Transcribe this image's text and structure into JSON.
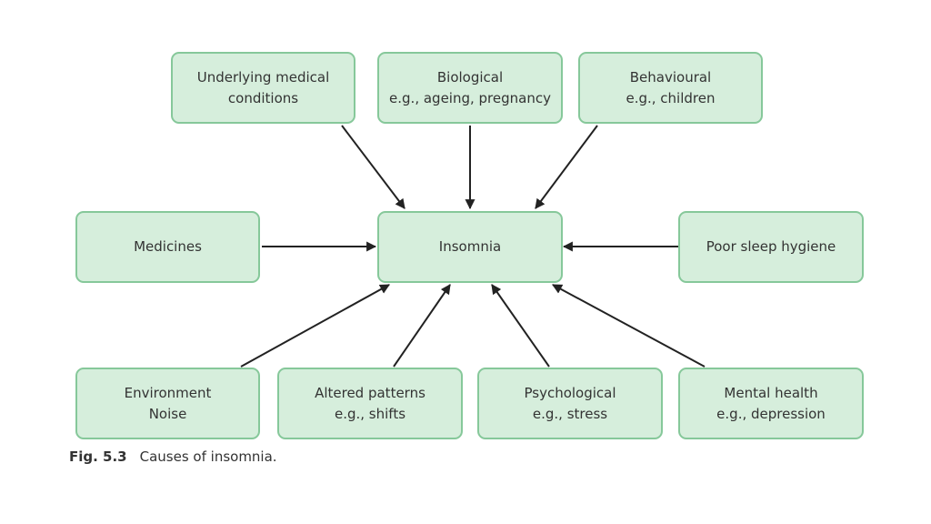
{
  "center": {
    "label": "Insomnia"
  },
  "causes": {
    "underlying_medical": {
      "line1": "Underlying medical",
      "line2": "conditions"
    },
    "biological": {
      "line1": "Biological",
      "line2": "e.g., ageing, pregnancy"
    },
    "behavioural": {
      "line1": "Behavioural",
      "line2": "e.g., children"
    },
    "medicines": {
      "line1": "Medicines"
    },
    "poor_sleep_hygiene": {
      "line1": "Poor sleep hygiene"
    },
    "environment": {
      "line1": "Environment",
      "line2": "Noise"
    },
    "altered_patterns": {
      "line1": "Altered patterns",
      "line2": "e.g., shifts"
    },
    "psychological": {
      "line1": "Psychological",
      "line2": "e.g., stress"
    },
    "mental_health": {
      "line1": "Mental health",
      "line2": "e.g., depression"
    }
  },
  "caption": {
    "number": "Fig. 5.3",
    "text": "Causes of insomnia."
  },
  "colors": {
    "node_fill": "#d6eedc",
    "node_border": "#86c89a",
    "arrow": "#222222",
    "text": "#333333"
  }
}
